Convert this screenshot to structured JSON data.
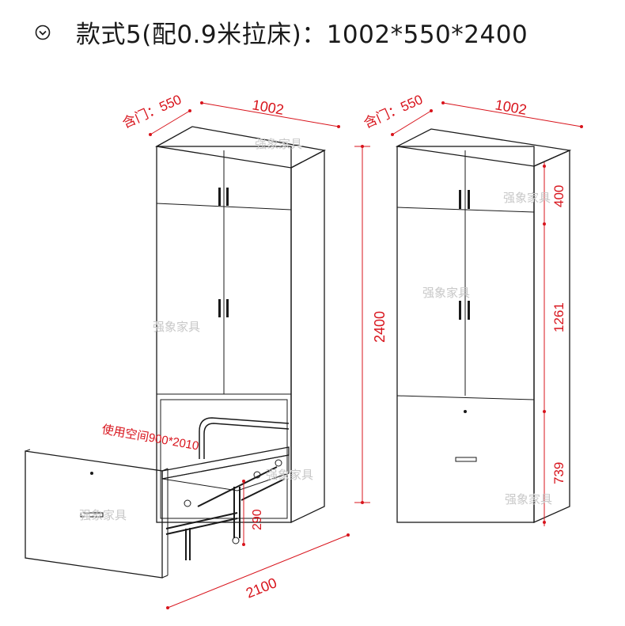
{
  "header": {
    "toggle_icon": "chevron-down-circle-icon",
    "title": "款式5(配0.9米拉床)：1002*550*2400"
  },
  "dimensions": {
    "left_depth": "含门：550",
    "left_width": "1002",
    "left_height": "2400",
    "bed_usage": "使用空间900*2010",
    "bed_height": "290",
    "bed_length": "2100",
    "right_depth": "含门：550",
    "right_width": "1002",
    "right_top": "400",
    "right_middle": "1261",
    "right_bottom": "739"
  },
  "watermark": "强象家具",
  "colors": {
    "dimension": "#d8141c",
    "outline": "#1a1a1a",
    "watermark": "#c8c8c8"
  }
}
